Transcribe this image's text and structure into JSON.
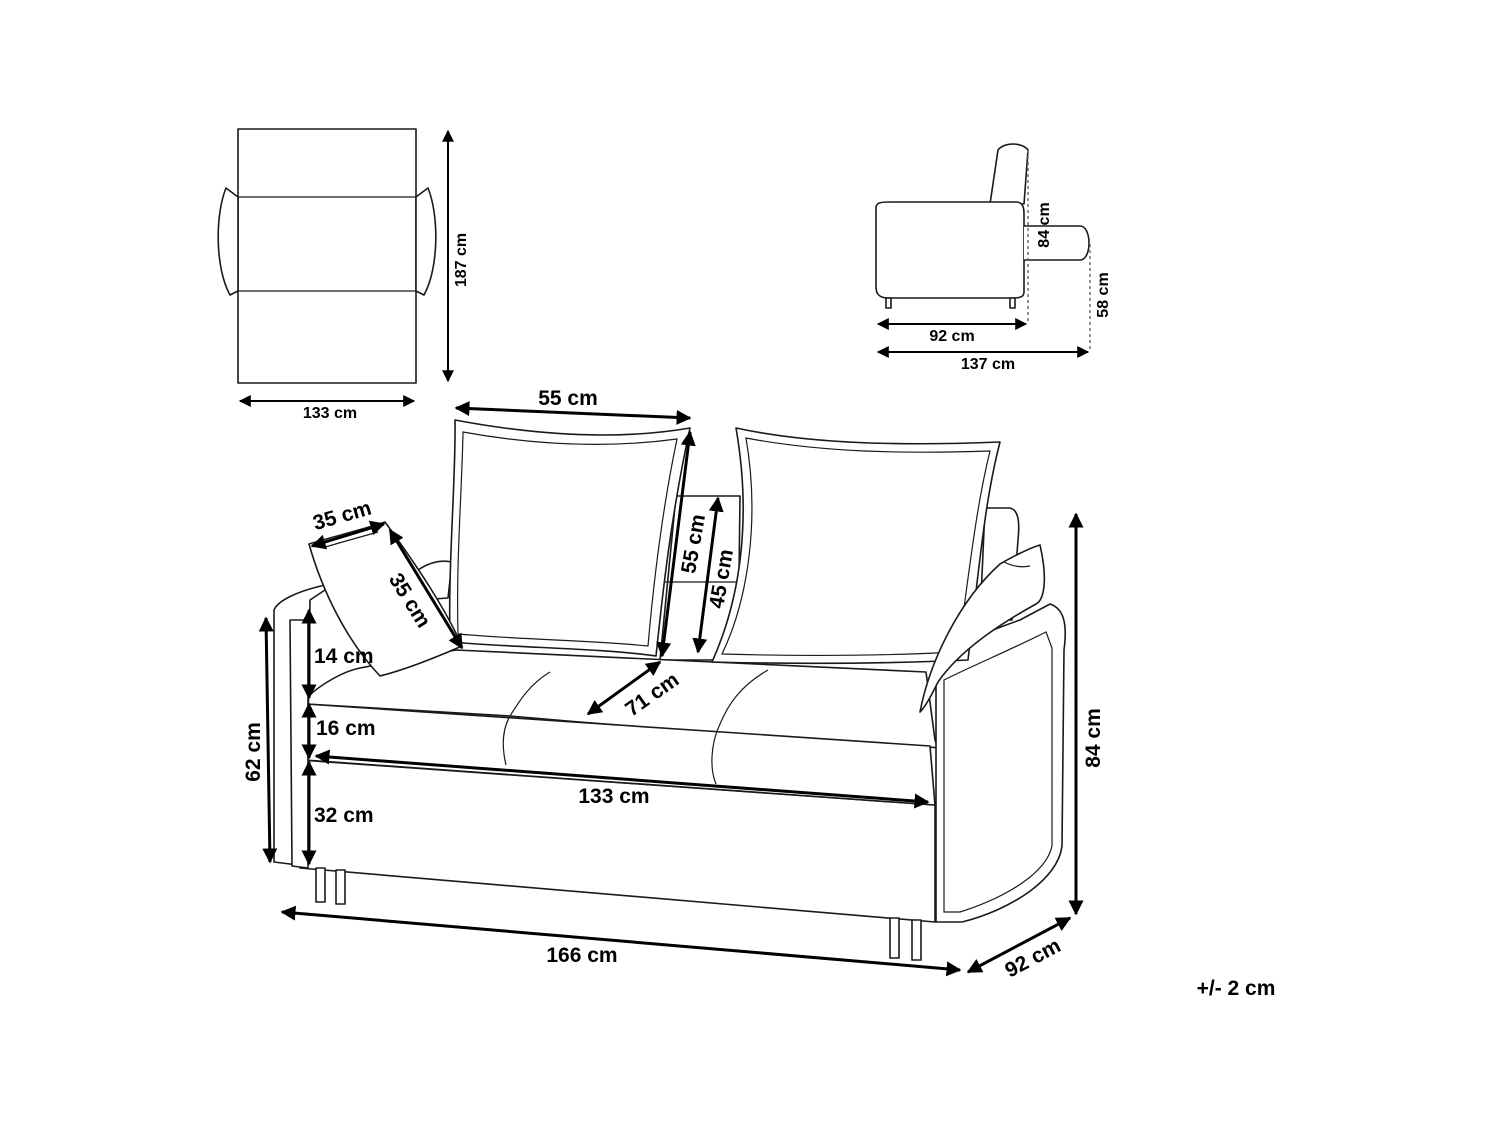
{
  "labels": {
    "top_width": "133 cm",
    "top_length": "187 cm",
    "side_depth": "92 cm",
    "side_extended": "137 cm",
    "side_height": "84 cm",
    "side_seat_height": "58 cm",
    "back_cushion_width": "55 cm",
    "back_cushion_height": "55 cm",
    "backrest_height": "45 cm",
    "throw_pillow_width": "35 cm",
    "throw_pillow_height": "35 cm",
    "seat_depth": "71 cm",
    "armrest_above_seat": "14 cm",
    "cushion_thickness": "16 cm",
    "seat_width": "133 cm",
    "base_height": "32 cm",
    "arm_height": "62 cm",
    "total_width": "166 cm",
    "total_depth": "92 cm",
    "total_height": "84 cm",
    "tolerance": "+/- 2 cm"
  }
}
